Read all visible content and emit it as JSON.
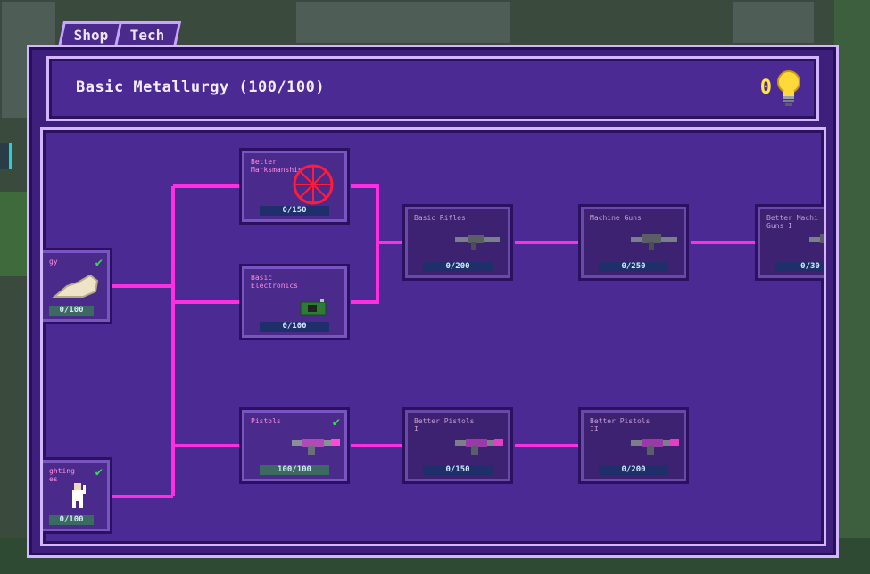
{
  "tabs": [
    {
      "label": "Shop"
    },
    {
      "label": "Tech"
    }
  ],
  "header": {
    "title": "Basic Metallurgy (100/100)",
    "points": "0"
  },
  "nodes": {
    "metallurgy": {
      "label": "gy",
      "progress": "0/100"
    },
    "fighting": {
      "label": "ghting\nes",
      "progress": "0/100"
    },
    "marksmanship": {
      "label": "Better\nMarksmanship",
      "progress": "0/150"
    },
    "electronics": {
      "label": "Basic\nElectronics",
      "progress": "0/100"
    },
    "pistols": {
      "label": "Pistols",
      "progress": "100/100"
    },
    "rifles": {
      "label": "Basic Rifles",
      "progress": "0/200"
    },
    "machine": {
      "label": "Machine Guns",
      "progress": "0/250"
    },
    "better_machine": {
      "label": "Better Machi\nGuns I",
      "progress": "0/30"
    },
    "better_pistols1": {
      "label": "Better Pistols\nI",
      "progress": "0/150"
    },
    "better_pistols2": {
      "label": "Better Pistols\nII",
      "progress": "0/200"
    }
  },
  "colors": {
    "accent": "#ff2ee0",
    "panel": "#3f1f7c",
    "border": "#d4b6ff",
    "points": "#ffe44a",
    "check": "#3dd65a"
  },
  "icons": [
    "lightbulb-icon",
    "check-icon",
    "crosshair-icon",
    "circuit-chip-icon",
    "rifle-icon",
    "machine-gun-icon",
    "pistol-icon",
    "arm-icon",
    "character-icon"
  ]
}
